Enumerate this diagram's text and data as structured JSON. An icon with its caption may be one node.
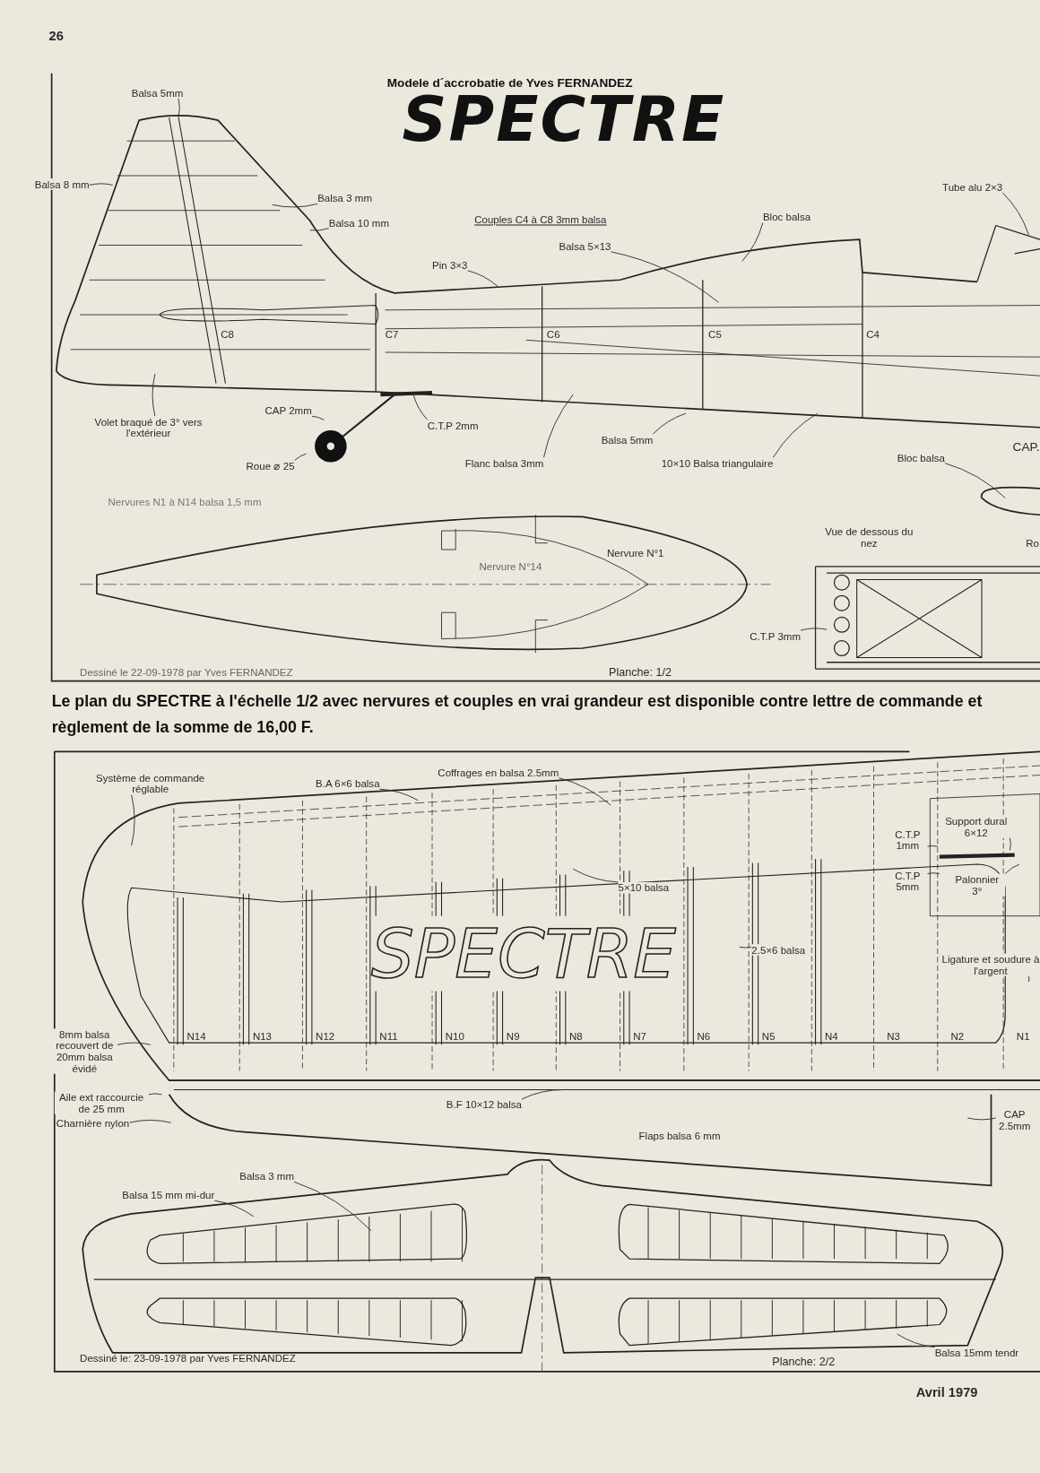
{
  "diagram": {
    "title": "SPECTRE",
    "caption": "Le plan du SPECTRE à l'échelle 1/2 avec nervures et couples en vrai grandeur est disponible contre lettre de commande et règlement de la somme de 16,00 F.",
    "nodes": [
      {
        "text": [
          "Balsa 5mm"
        ]
      },
      {
        "text": [
          "Balsa 8 mm"
        ]
      },
      {
        "text": [
          "Balsa 3 mm"
        ]
      },
      {
        "text": [
          "Balsa 10 mm"
        ]
      },
      {
        "text": [
          "Pin 3×3"
        ]
      },
      {
        "text": [
          "Bloc balsa"
        ]
      },
      {
        "text": [
          "Balsa 5×13"
        ]
      },
      {
        "text": [
          "Tube alu 2×3"
        ]
      },
      {
        "text": [
          "Volet braqué de 3° vers l'extérieur"
        ]
      },
      {
        "text": [
          "CAP 2mm"
        ]
      },
      {
        "text": [
          "C.T.P 2mm"
        ]
      },
      {
        "text": [
          "Roue ⌀ 25"
        ]
      },
      {
        "text": [
          "Flanc balsa 3mm"
        ]
      },
      {
        "text": [
          "Balsa 5mm"
        ]
      },
      {
        "text": [
          "10×10 Balsa triangulaire"
        ]
      },
      {
        "text": [
          "Bloc balsa"
        ]
      },
      {
        "text": [
          "C.T.P 3mm"
        ]
      },
      {
        "text": [
          "Système de commande réglable"
        ]
      },
      {
        "text": [
          "B.A 6×6 balsa"
        ]
      },
      {
        "text": [
          "Coffrages en balsa 2.5mm"
        ]
      },
      {
        "text": [
          "5×10 balsa"
        ]
      },
      {
        "text": [
          "2.5×6 balsa"
        ]
      },
      {
        "text": [
          "C.T.P 1mm"
        ]
      },
      {
        "text": [
          "C.T.P 5mm"
        ]
      },
      {
        "text": [
          "Support dural 6×12"
        ]
      },
      {
        "text": [
          "Palonnier 3°"
        ]
      },
      {
        "text": [
          "Ligature et soudure à l'argent"
        ]
      },
      {
        "text": [
          "8mm balsa recouvert de 20mm balsa évidé"
        ]
      },
      {
        "text": [
          "Aile ext raccourcie de 25 mm"
        ]
      },
      {
        "text": [
          "Charnière nylon"
        ]
      },
      {
        "text": [
          "B.F 10×12 balsa"
        ]
      },
      {
        "text": [
          "CAP 2.5mm"
        ]
      },
      {
        "text": [
          "Balsa 3 mm"
        ]
      },
      {
        "text": [
          "Balsa 15 mm mi-dur"
        ]
      },
      {
        "text": [
          "Balsa 15mm tendr"
        ]
      }
    ],
    "edges": [
      {
        "from": 0,
        "to": null,
        "arrow": "none"
      },
      {
        "from": 1,
        "to": null,
        "arrow": "none"
      },
      {
        "from": 2,
        "to": null,
        "arrow": "none"
      },
      {
        "from": 3,
        "to": null,
        "arrow": "none"
      },
      {
        "from": 4,
        "to": null,
        "arrow": "none"
      },
      {
        "from": 5,
        "to": null,
        "arrow": "none"
      },
      {
        "from": 6,
        "to": null,
        "arrow": "none"
      },
      {
        "from": 7,
        "to": null,
        "arrow": "none"
      },
      {
        "from": 8,
        "to": null,
        "arrow": "none"
      },
      {
        "from": 9,
        "to": null,
        "arrow": "none"
      },
      {
        "from": 10,
        "to": null,
        "arrow": "none"
      },
      {
        "from": 11,
        "to": null,
        "arrow": "none"
      },
      {
        "from": 12,
        "to": null,
        "arrow": "none"
      },
      {
        "from": 13,
        "to": null,
        "arrow": "none"
      },
      {
        "from": 14,
        "to": null,
        "arrow": "none"
      },
      {
        "from": 15,
        "to": null,
        "arrow": "none"
      },
      {
        "from": 16,
        "to": null,
        "arrow": "none"
      },
      {
        "from": 17,
        "to": null,
        "arrow": "none"
      },
      {
        "from": 18,
        "to": null,
        "arrow": "none"
      },
      {
        "from": 19,
        "to": null,
        "arrow": "none"
      },
      {
        "from": 20,
        "to": null,
        "arrow": "none"
      },
      {
        "from": 21,
        "to": null,
        "arrow": "none"
      },
      {
        "from": 22,
        "to": null,
        "arrow": "none"
      },
      {
        "from": 23,
        "to": null,
        "arrow": "none"
      },
      {
        "from": 24,
        "to": null,
        "arrow": "none"
      },
      {
        "from": 25,
        "to": null,
        "arrow": "none"
      },
      {
        "from": 26,
        "to": null,
        "arrow": "none"
      },
      {
        "from": 27,
        "to": null,
        "arrow": "none"
      },
      {
        "from": 28,
        "to": null,
        "arrow": "none"
      },
      {
        "from": 29,
        "to": null,
        "arrow": "none"
      },
      {
        "from": 30,
        "to": null,
        "arrow": "none"
      },
      {
        "from": 31,
        "to": null,
        "arrow": "none"
      },
      {
        "from": 32,
        "to": null,
        "arrow": "none"
      },
      {
        "from": 33,
        "to": null,
        "arrow": "none"
      },
      {
        "from": 34,
        "to": null,
        "arrow": "none"
      }
    ],
    "labels": [
      "26",
      "Modele d´accrobatie de Yves FERNANDEZ",
      "Couples C4 à C8 3mm balsa",
      "C8",
      "C7",
      "C6",
      "C5",
      "C4",
      "CAP.",
      "Nervures N1 à N14 balsa 1,5 mm",
      "Nervure N°14",
      "Nervure N°1",
      "Vue de dessous du nez",
      "Ro",
      "Dessiné le 22-09-1978 par Yves FERNANDEZ",
      "Planche: 1/2",
      "SPECTRE",
      "N14",
      "N13",
      "N12",
      "N11",
      "N10",
      "N9",
      "N8",
      "N7",
      "N6",
      "N5",
      "N4",
      "N3",
      "N2",
      "N1",
      "Flaps balsa 6 mm",
      "Dessiné le: 23-09-1978 par Yves FERNANDEZ",
      "Planche: 2/2",
      "Avril 1979"
    ]
  }
}
